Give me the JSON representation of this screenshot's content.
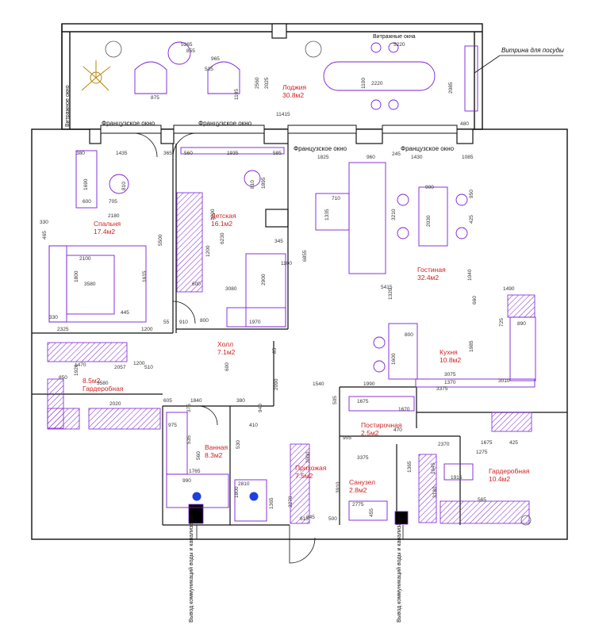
{
  "annotations": {
    "display_case": "Витрина для посуды",
    "showcase_window_top": "Витражные окна",
    "showcase_window_left": "Витражное окно",
    "french_window": "Французское окно",
    "water_outlet": "Вывод коммуникаций воды и канализации"
  },
  "rooms": [
    {
      "key": "loggia",
      "name": "Лоджия",
      "area": "30.8м2"
    },
    {
      "key": "bedroom",
      "name": "Спальня",
      "area": "17.4м2"
    },
    {
      "key": "kids",
      "name": "Детская",
      "area": "16.1м2"
    },
    {
      "key": "living",
      "name": "Гостиная",
      "area": "32.4м2"
    },
    {
      "key": "hall",
      "name": "Холл",
      "area": "7.1м2"
    },
    {
      "key": "kitchen",
      "name": "Кухня",
      "area": "10.8м2"
    },
    {
      "key": "wardrobe_left",
      "name": "Гардеробная",
      "area": "8.5м2"
    },
    {
      "key": "laundry",
      "name": "Постирочная",
      "area": "2.5м2"
    },
    {
      "key": "bathroom",
      "name": "Ванная",
      "area": "8.3м2"
    },
    {
      "key": "entry",
      "name": "Прихожая",
      "area": "7.5м2"
    },
    {
      "key": "wc",
      "name": "Санузел",
      "area": "2.8м2"
    },
    {
      "key": "wardrobe_right",
      "name": "Гардеробная",
      "area": "10.4м2"
    }
  ],
  "dimensions": [
    "5265",
    "855",
    "5220",
    "2220",
    "1100",
    "2085",
    "480",
    "11415",
    "2560",
    "2025",
    "535",
    "965",
    "875",
    "1195",
    "380",
    "1435",
    "365",
    "560",
    "1935",
    "585",
    "1825",
    "960",
    "1430",
    "1085",
    "245",
    "1690",
    "810",
    "600",
    "705",
    "1895",
    "810",
    "2180",
    "330",
    "465",
    "1200",
    "1335",
    "710",
    "3210",
    "2030",
    "900",
    "950",
    "425",
    "2100",
    "1800",
    "1615",
    "3580",
    "5500",
    "1200",
    "6230",
    "345",
    "1100",
    "2900",
    "6855",
    "5415",
    "1490",
    "1320",
    "1040",
    "445",
    "330",
    "1970",
    "3080",
    "2325",
    "1200",
    "55",
    "910",
    "800",
    "600",
    "660",
    "890",
    "725",
    "1985",
    "1600",
    "1470",
    "2057",
    "1920",
    "850",
    "1200",
    "510",
    "3580",
    "2020",
    "800",
    "3075",
    "1540",
    "1990",
    "3375",
    "1370",
    "3010",
    "1840",
    "605",
    "380",
    "1675",
    "1670",
    "470",
    "505",
    "905",
    "85",
    "600",
    "2090",
    "940",
    "975",
    "375",
    "535",
    "560",
    "1765",
    "2810",
    "990",
    "1800",
    "410",
    "530",
    "1365",
    "2000",
    "3910",
    "2270",
    "2370",
    "1675",
    "425",
    "1275",
    "3375",
    "1365",
    "1045",
    "3180",
    "1915",
    "565",
    "2775",
    "455",
    "500",
    "615",
    "345",
    "985"
  ]
}
